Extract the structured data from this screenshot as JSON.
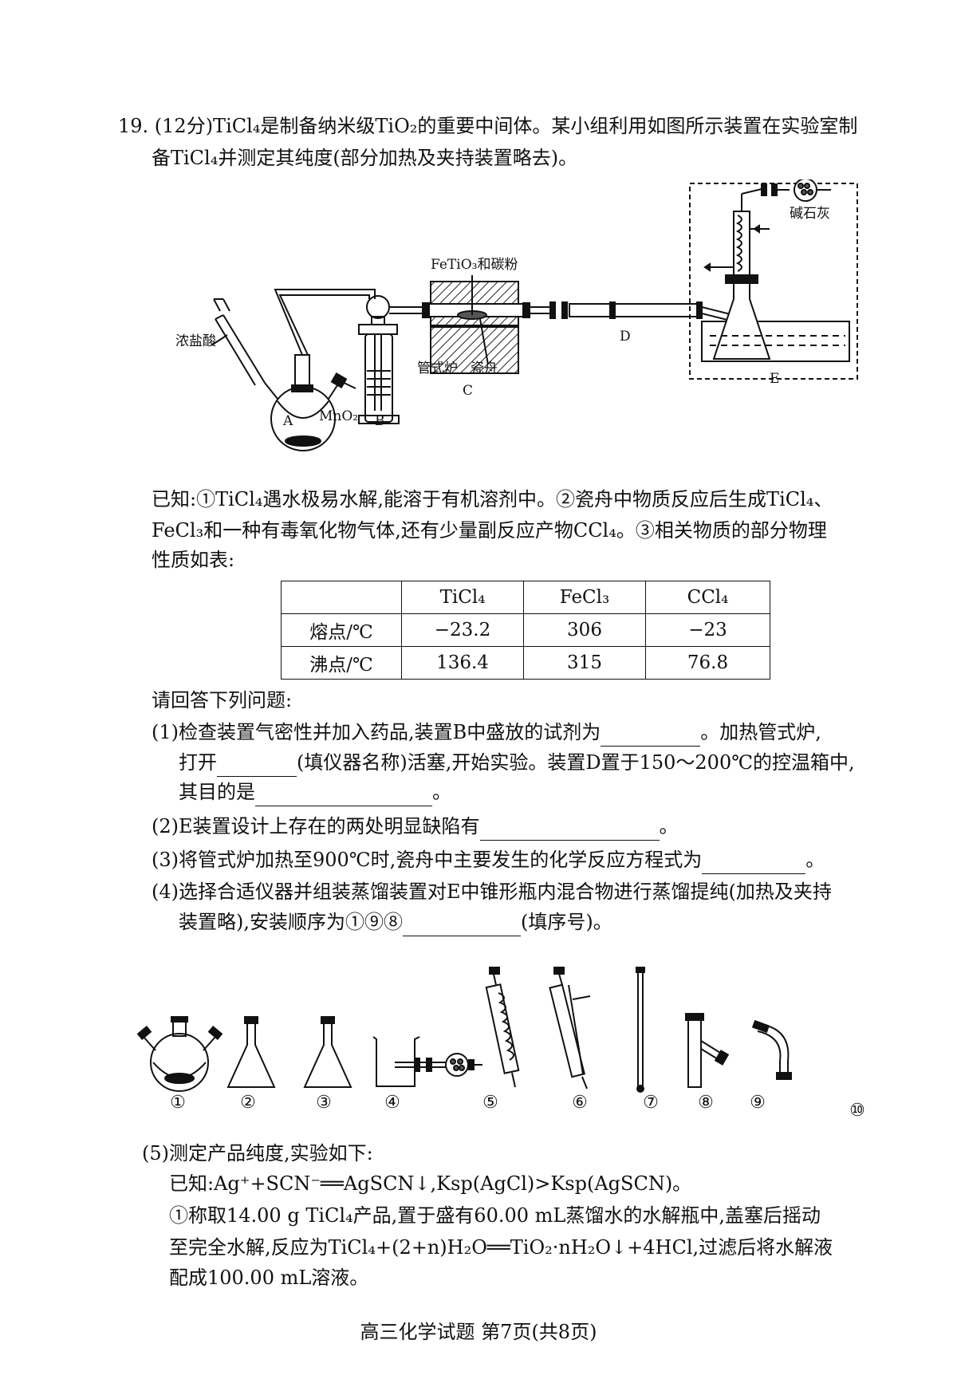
{
  "q19": {
    "line1": "19. (12分)TiCl₄是制备纳米级TiO₂的重要中间体。某小组利用如图所示装置在实验室制",
    "line2": "备TiCl₄并测定其纯度(部分加热及夹持装置略去)。"
  },
  "apparatus_labels": {
    "hcl": "浓盐酸",
    "mno2": "MnO₂",
    "a": "A",
    "b": "B",
    "reactants": "FeTiO₃和碳粉",
    "furnace": "管式炉",
    "boat": "瓷舟",
    "c": "C",
    "d": "D",
    "soda_lime": "碱石灰",
    "e": "E"
  },
  "known": {
    "line1": "已知:①TiCl₄遇水极易水解,能溶于有机溶剂中。②瓷舟中物质反应后生成TiCl₄、",
    "line2": "FeCl₃和一种有毒氧化物气体,还有少量副反应产物CCl₄。③相关物质的部分物理",
    "line3": "性质如表:"
  },
  "table": {
    "headers": [
      "",
      "TiCl₄",
      "FeCl₃",
      "CCl₄"
    ],
    "rows": [
      {
        "label": "熔点/℃",
        "values": [
          "−23.2",
          "306",
          "−23"
        ]
      },
      {
        "label": "沸点/℃",
        "values": [
          "136.4",
          "315",
          "76.8"
        ]
      }
    ]
  },
  "questions": {
    "intro": "请回答下列问题:",
    "q1_a": "(1)检查装置气密性并加入药品,装置B中盛放的试剂为",
    "q1_b": "。加热管式炉,",
    "q1_c": "打开",
    "q1_d": "(填仪器名称)活塞,开始实验。装置D置于150～200℃的控温箱中,",
    "q1_e": "其目的是",
    "q1_f": "。",
    "q2_a": "(2)E装置设计上存在的两处明显缺陷有",
    "q2_b": "。",
    "q3_a": "(3)将管式炉加热至900℃时,瓷舟中主要发生的化学反应方程式为",
    "q3_b": "。",
    "q4_a": "(4)选择合适仪器并组装蒸馏装置对E中锥形瓶内混合物进行蒸馏提纯(加热及夹持",
    "q4_b": "装置略),安装顺序为①⑨⑧",
    "q4_c": "(填序号)。"
  },
  "instruments": [
    "①",
    "②",
    "③",
    "④",
    "⑤",
    "⑥",
    "⑦",
    "⑧",
    "⑨",
    "⑩"
  ],
  "q5": {
    "title": "(5)测定产品纯度,实验如下:",
    "known": "已知:Ag⁺+SCN⁻══AgSCN↓,Ksp(AgCl)>Ksp(AgSCN)。",
    "step1_a": "①称取14.00 g TiCl₄产品,置于盛有60.00 mL蒸馏水的水解瓶中,盖塞后摇动",
    "step1_b": "至完全水解,反应为TiCl₄+(2+n)H₂O══TiO₂·nH₂O↓+4HCl,过滤后将水解液",
    "step1_c": "配成100.00 mL溶液。"
  },
  "footer": "高三化学试题 第7页(共8页)"
}
